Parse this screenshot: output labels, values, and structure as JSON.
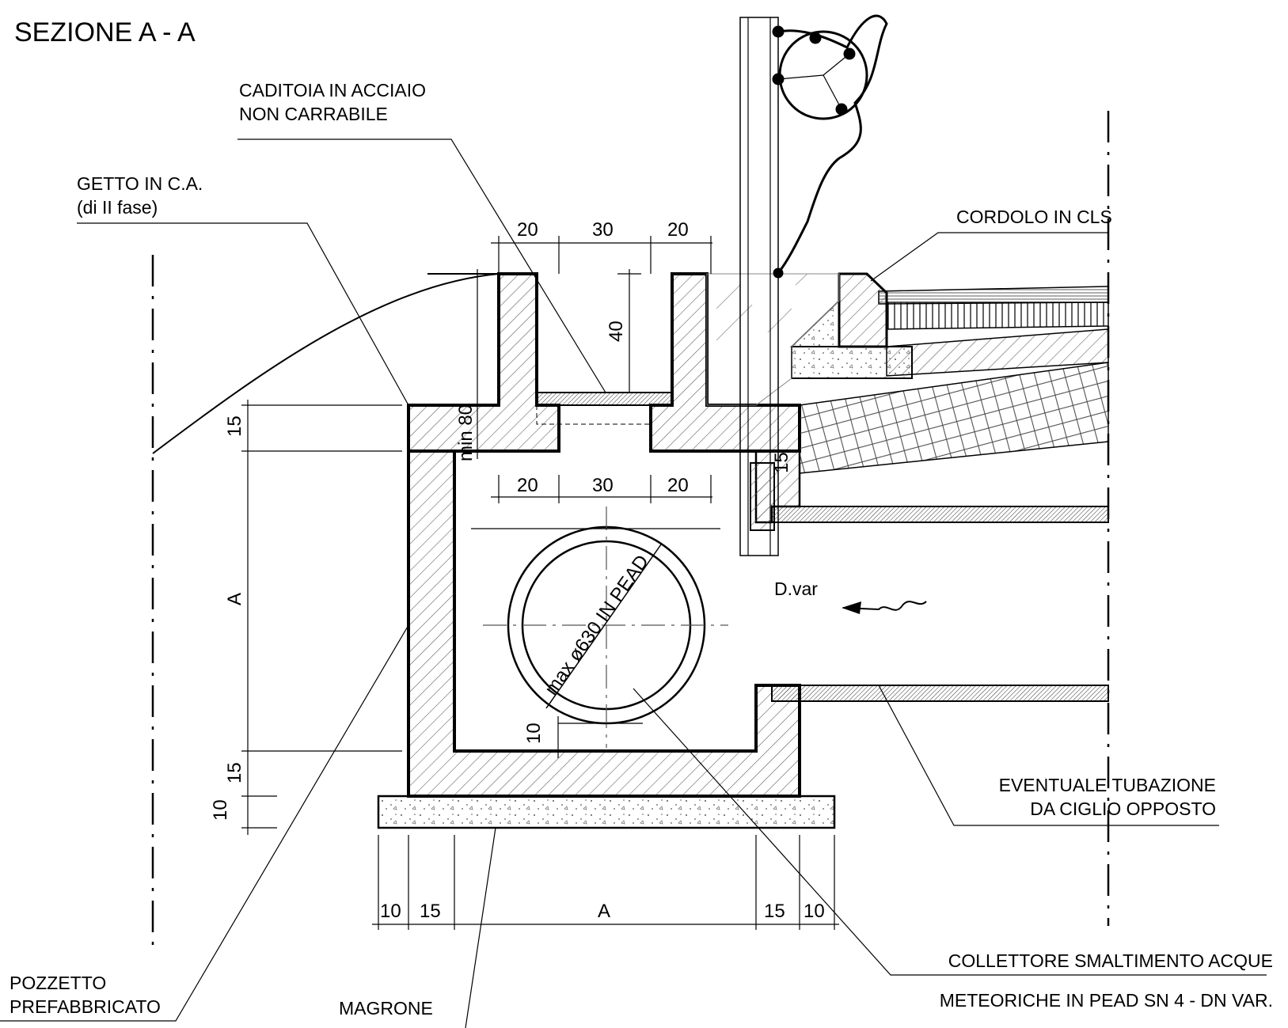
{
  "title": "SEZIONE A - A",
  "labels": {
    "caditoia_l1": "CADITOIA IN ACCIAIO",
    "caditoia_l2": "NON CARRABILE",
    "getto_l1": "GETTO IN C.A.",
    "getto_l2": "(di II fase)",
    "cordolo": "CORDOLO IN CLS",
    "eventuale_l1": "EVENTUALE TUBAZIONE",
    "eventuale_l2": "DA CIGLIO OPPOSTO",
    "collettore_l1": "COLLETTORE SMALTIMENTO ACQUE",
    "collettore_l2": "METEORICHE IN PEAD SN 4 - DN VAR.",
    "pozzetto_l1": "POZZETTO",
    "pozzetto_l2": "PREFABBRICATO",
    "magrone": "MAGRONE",
    "dvar": "D.var",
    "pipe": "max ø630 IN PEAD"
  },
  "dimensions": {
    "top_a": "20",
    "top_b": "30",
    "top_c": "20",
    "mid_a": "20",
    "mid_b": "30",
    "mid_c": "20",
    "grate_depth": "40",
    "min80": "min 80",
    "left_15_top": "15",
    "left_A": "A",
    "left_15_bot": "15",
    "left_10": "10",
    "bottom_10_l": "10",
    "bottom_15_l": "15",
    "bottom_A": "A",
    "bottom_15_r": "15",
    "bottom_10_r": "10",
    "pipe_gap": "10",
    "right_wall": "15"
  }
}
